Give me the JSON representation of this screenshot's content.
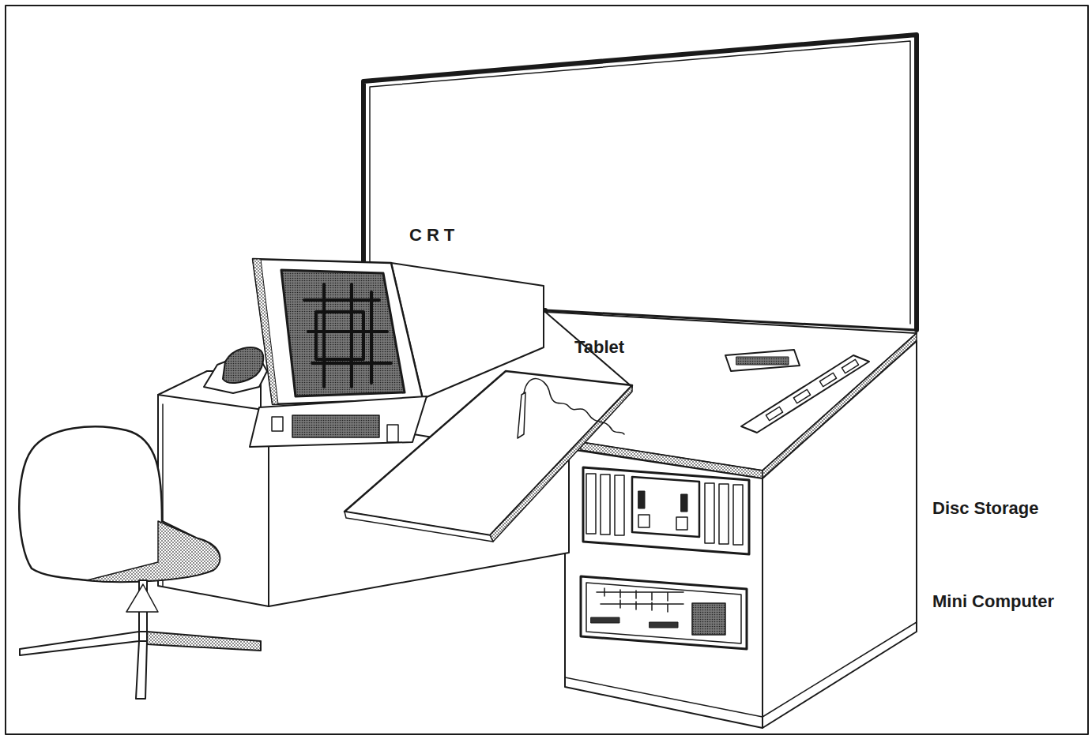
{
  "diagram": {
    "labels": [
      "CRT",
      "Tablet",
      "Disc Storage",
      "Mini Computer"
    ]
  }
}
